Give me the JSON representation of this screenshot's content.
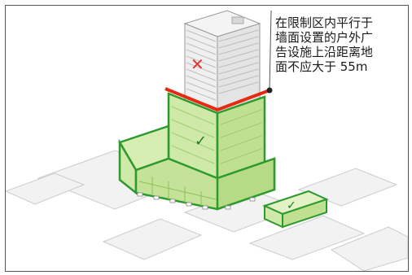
{
  "annotation": {
    "lines": [
      "在限制区内平行于",
      "墙面设置的户外广",
      "告设施上沿距离地",
      "面不应大于 55m"
    ]
  },
  "marks": {
    "prohibited_symbol": "✕",
    "allowed_tower_symbol": "✓",
    "allowed_annex_symbol": "✓"
  },
  "colors": {
    "allowed_fill": "#c8e6a0",
    "allowed_edge": "#2e9a2e",
    "limit_line": "#e52a13",
    "cross": "#e0352b",
    "building_grey": "#e8e8e8"
  }
}
